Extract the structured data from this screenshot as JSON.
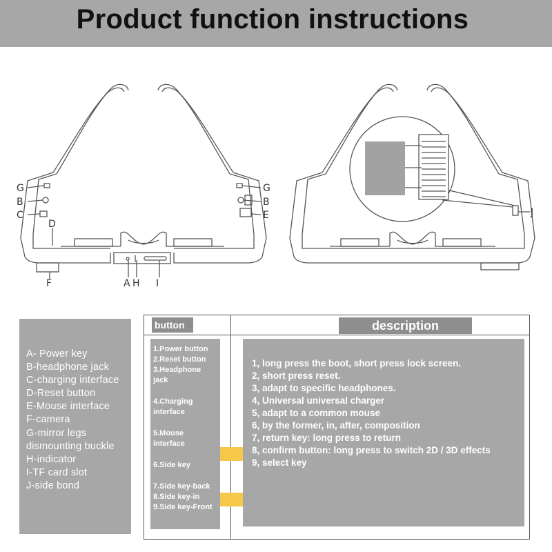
{
  "header": {
    "title": "Product function instructions"
  },
  "diagram_labels": {
    "G": "G",
    "B": "B",
    "C": "C",
    "D": "D",
    "E": "E",
    "F": "F",
    "A": "A",
    "H": "H",
    "I": "I",
    "J": "J"
  },
  "legend": [
    "A- Power key",
    "B-headphone jack",
    "C-charging interface",
    "D-Reset button",
    "E-Mouse interface",
    "F-camera",
    "G-mirror legs",
    "dismounting buckle",
    "H-indicator",
    "I-TF card slot",
    "J-side bond"
  ],
  "table": {
    "button_header": "button",
    "description_header": "description",
    "buttons": [
      "1.Power button",
      "2.Reset button",
      "3.Headphone",
      "jack",
      "4.Charging",
      "interface",
      "5.Mouse",
      "interface",
      "6.Side key",
      "7.Side key-back",
      "8.Side key-in",
      "9.Side key-Front"
    ],
    "descriptions": [
      "1, long press the boot, short press lock screen.",
      "2, short press reset.",
      "3, adapt to specific headphones.",
      "4, Universal universal charger",
      "5, adapt to a common mouse",
      "6, by the former, in, after, composition",
      "7, return key: long press to return",
      "8, confirm button: long press to switch 2D / 3D effects",
      "9, select key"
    ]
  },
  "colors": {
    "panel_gray": "#a7a7a7",
    "header_gray": "#8e8e8e",
    "highlight": "#f6c84a",
    "line": "#555555"
  }
}
